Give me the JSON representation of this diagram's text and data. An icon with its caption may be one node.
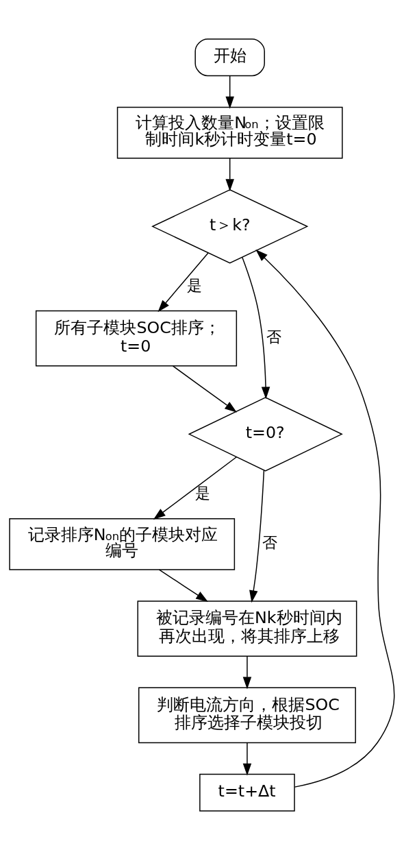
{
  "diagram": {
    "nodes": [
      {
        "text": [
          "开始"
        ]
      },
      {
        "text": [
          "计算投入数量N$_{on}$；设置限制时间k秒计时变量t=0"
        ]
      },
      {
        "text": [
          "t＞k?"
        ]
      },
      {
        "text": [
          "所有子模块SOC排序；t=0"
        ]
      },
      {
        "text": [
          "t=0?"
        ]
      },
      {
        "text": [
          "记录排序N$_{on}$的子模块对应编号"
        ]
      },
      {
        "text": [
          "被记录编号在Nk秒时间内再次出现，将其排序上移"
        ]
      },
      {
        "text": [
          "判断电流方向，根据SOC排序选择子模块投切"
        ]
      },
      {
        "text": [
          "t=t+Δt"
        ]
      }
    ],
    "edges": [
      {
        "from": 0,
        "to": 1,
        "arrow": "to"
      },
      {
        "from": 1,
        "to": 2,
        "arrow": "to"
      },
      {
        "from": 2,
        "to": 3,
        "arrow": "to",
        "label": "是"
      },
      {
        "from": 2,
        "to": 4,
        "arrow": "to",
        "label": "否"
      },
      {
        "from": 3,
        "to": 4,
        "arrow": "to"
      },
      {
        "from": 4,
        "to": 5,
        "arrow": "to",
        "label": "是"
      },
      {
        "from": 4,
        "to": 6,
        "arrow": "to",
        "label": "否"
      },
      {
        "from": 5,
        "to": 6,
        "arrow": "to"
      },
      {
        "from": 6,
        "to": 7,
        "arrow": "to"
      },
      {
        "from": 7,
        "to": 8,
        "arrow": "to"
      },
      {
        "from": 8,
        "to": 2,
        "arrow": "to"
      }
    ]
  }
}
